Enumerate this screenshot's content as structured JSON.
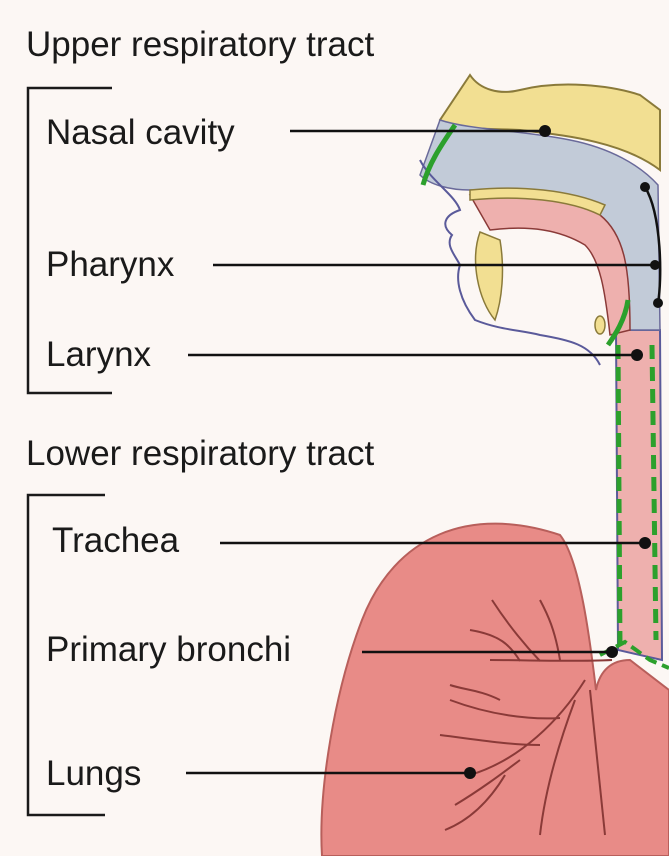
{
  "sections": {
    "upper": {
      "title": "Upper respiratory tract",
      "labels": {
        "nasal_cavity": "Nasal cavity",
        "pharynx": "Pharynx",
        "larynx": "Larynx"
      }
    },
    "lower": {
      "title": "Lower respiratory tract",
      "labels": {
        "trachea": "Trachea",
        "primary_bronchi": "Primary bronchi",
        "lungs": "Lungs"
      }
    }
  },
  "colors": {
    "background": "#fcf7f4",
    "lung": "#e88b87",
    "airway": "#eeb0ae",
    "nasal": "#c2cbd8",
    "bone": "#f2df92",
    "mucosa": "#2ca02c",
    "outline": "#5a5a9a",
    "leader": "#111111"
  }
}
